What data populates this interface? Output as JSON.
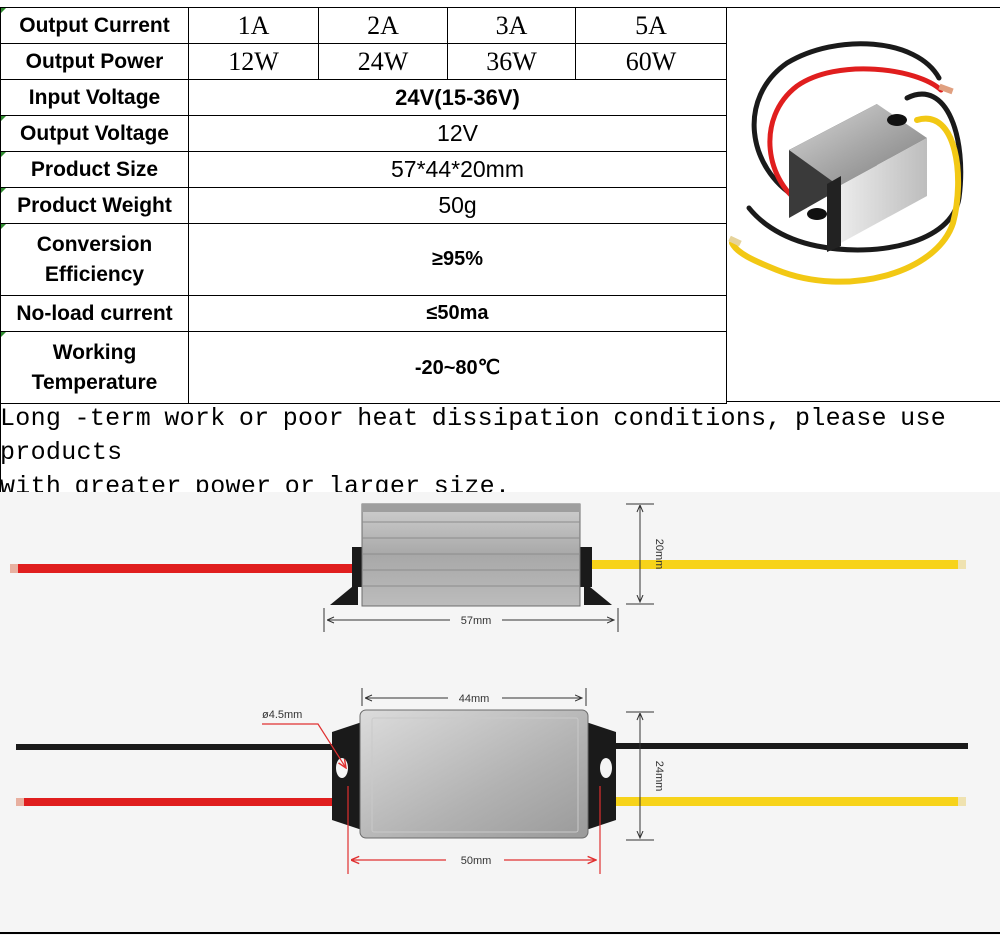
{
  "spec_table": {
    "output_current": {
      "label": "Output Current",
      "values": [
        "1A",
        "2A",
        "3A",
        "5A"
      ]
    },
    "output_power": {
      "label": "Output Power",
      "values": [
        "12W",
        "24W",
        "36W",
        "60W"
      ]
    },
    "input_voltage": {
      "label": "Input Voltage",
      "value": "24V(15-36V)"
    },
    "output_voltage": {
      "label": "Output Voltage",
      "value": "12V"
    },
    "product_size": {
      "label": "Product Size",
      "value": "57*44*20mm"
    },
    "product_weight": {
      "label": "Product Weight",
      "value": "50g"
    },
    "conversion_efficiency": {
      "label_line1": "Conversion",
      "label_line2": "Efficiency",
      "value": "≥95%"
    },
    "no_load_current": {
      "label": "No-load current",
      "value": "≤50ma"
    },
    "working_temperature": {
      "label_line1": "Working",
      "label_line2": "Temperature",
      "value": "-20~80℃"
    }
  },
  "notice": {
    "line1": "Long -term work or poor heat dissipation conditions, please use products",
    "line2": "with greater power or larger size."
  },
  "dimensions": {
    "side_height": "20mm",
    "side_length": "57mm",
    "top_width": "44mm",
    "hole_diameter": "ø4.5mm",
    "top_height": "24mm",
    "mount_spacing": "50mm"
  },
  "colors": {
    "wire_red": "#e01e1e",
    "wire_black": "#1a1a1a",
    "wire_yellow": "#f7d31a",
    "housing": "#b8b8b8",
    "dimension_red": "#e03030"
  }
}
